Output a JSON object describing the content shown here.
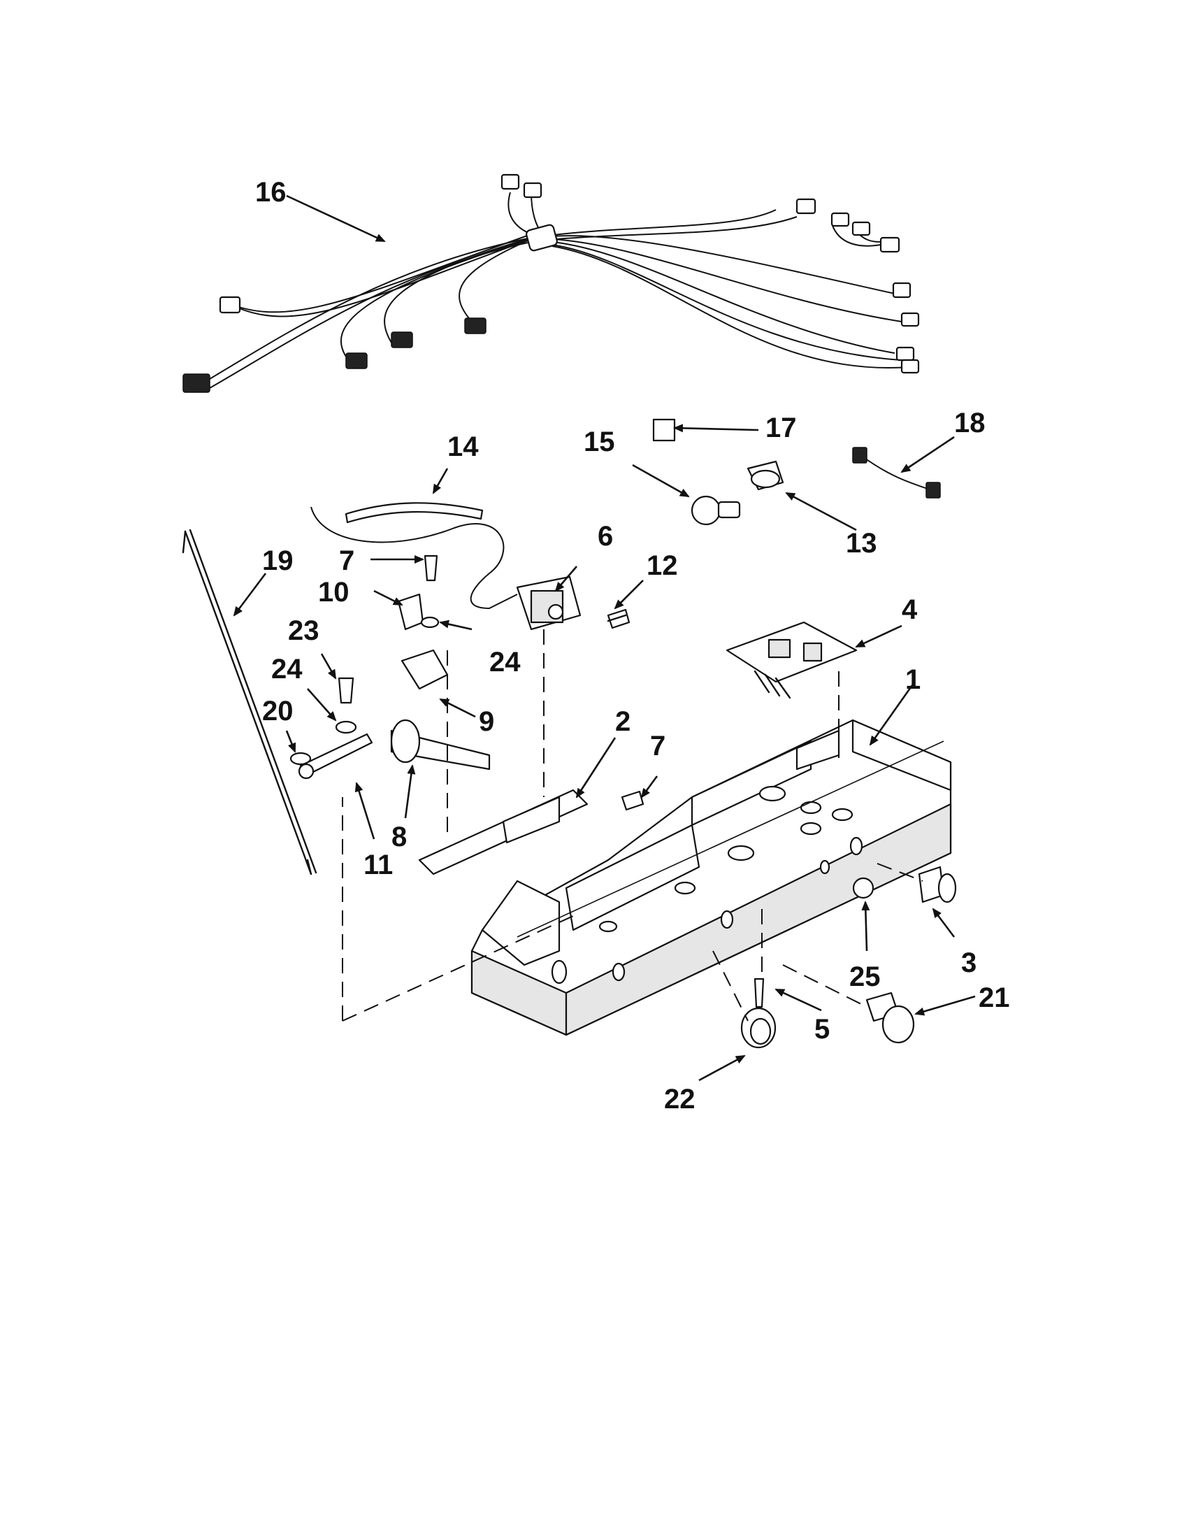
{
  "labels": {
    "p1": "1",
    "p2": "2",
    "p3": "3",
    "p4": "4",
    "p5": "5",
    "p6": "6",
    "p7a": "7",
    "p7b": "7",
    "p8": "8",
    "p9": "9",
    "p10": "10",
    "p11": "11",
    "p12": "12",
    "p13": "13",
    "p14": "14",
    "p15": "15",
    "p16": "16",
    "p17": "17",
    "p18": "18",
    "p19": "19",
    "p20": "20",
    "p21": "21",
    "p22": "22",
    "p23": "23",
    "p24a": "24",
    "p24b": "24",
    "p25": "25"
  }
}
